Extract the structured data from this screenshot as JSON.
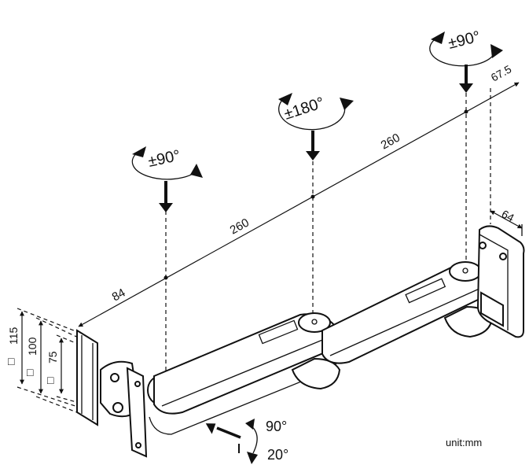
{
  "dimensions": {
    "wall_to_first": "84",
    "arm_1": "260",
    "arm_2": "260",
    "offset_top": "67.5",
    "wall_plate_depth": "64"
  },
  "vesa": {
    "sizes": [
      "115",
      "100",
      "75"
    ],
    "square_symbol": "□"
  },
  "rotations": {
    "joint_1": "±90°",
    "joint_2": "±180°",
    "joint_3": "±90°",
    "tilt_up": "90°",
    "tilt_down": "20°"
  },
  "unit_label": "unit:mm"
}
